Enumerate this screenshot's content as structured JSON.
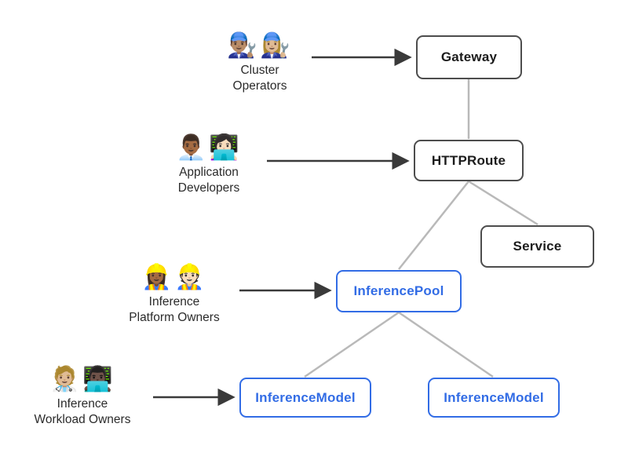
{
  "colors": {
    "kubernetes_blue": "#326ce5",
    "box_border_dark": "#4d4d4d",
    "box_text_dark": "#1c1c1c",
    "connector_gray": "#b9b9b9",
    "arrow_dark": "#3a3a3a",
    "label_text": "#2b2b2b"
  },
  "nodes": {
    "gateway": {
      "label": "Gateway"
    },
    "httproute": {
      "label": "HTTPRoute"
    },
    "service": {
      "label": "Service"
    },
    "inference_pool": {
      "label": "InferencePool"
    },
    "inference_model_left": {
      "label": "InferenceModel"
    },
    "inference_model_right": {
      "label": "InferenceModel"
    }
  },
  "actors": [
    {
      "emojis": "👨🏽‍🔧👩🏼‍🔧",
      "line1": "Cluster",
      "line2": "Operators"
    },
    {
      "emojis": "👨🏾‍💼👩🏻‍💻",
      "line1": "Application",
      "line2": "Developers"
    },
    {
      "emojis": "👷🏾‍♀️👷🏻",
      "line1": "Inference",
      "line2": "Platform Owners"
    },
    {
      "emojis": "🧑🏼‍⚕️👨🏿‍💻",
      "line1": "Inference",
      "line2": "Workload Owners"
    }
  ],
  "edges": [
    {
      "from": "Gateway",
      "to": "HTTPRoute"
    },
    {
      "from": "HTTPRoute",
      "to": "InferencePool"
    },
    {
      "from": "HTTPRoute",
      "to": "Service"
    },
    {
      "from": "InferencePool",
      "to": "InferenceModel (left)"
    },
    {
      "from": "InferencePool",
      "to": "InferenceModel (right)"
    },
    {
      "from": "Cluster Operators",
      "to": "Gateway",
      "type": "arrow"
    },
    {
      "from": "Application Developers",
      "to": "HTTPRoute",
      "type": "arrow"
    },
    {
      "from": "Inference Platform Owners",
      "to": "InferencePool",
      "type": "arrow"
    },
    {
      "from": "Inference Workload Owners",
      "to": "InferenceModel (left)",
      "type": "arrow"
    }
  ]
}
